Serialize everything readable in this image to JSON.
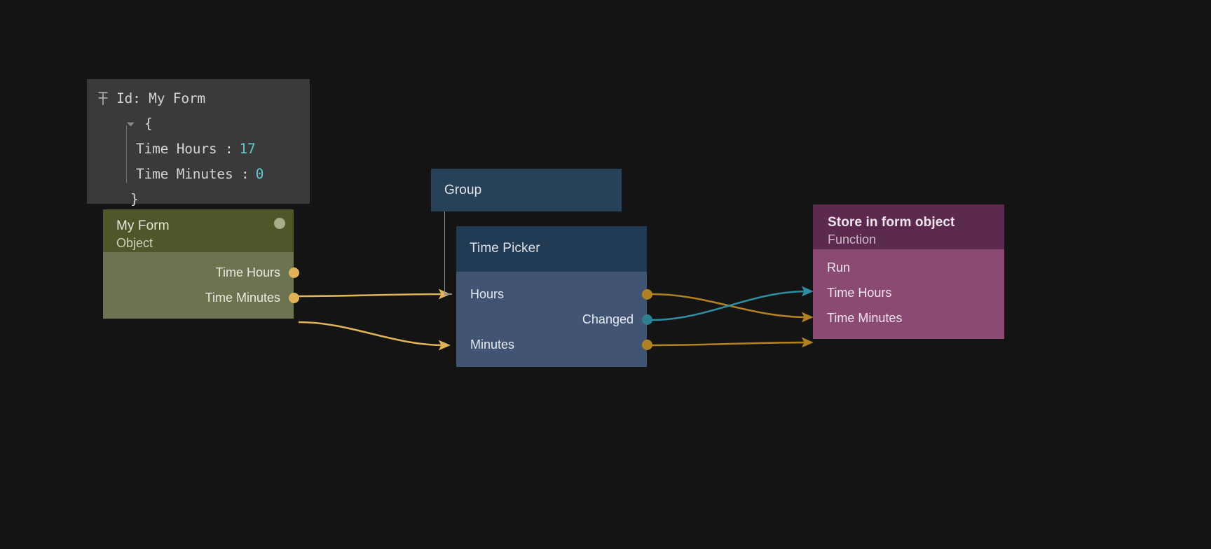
{
  "canvas": {
    "background": "#141414"
  },
  "inspector": {
    "pin_icon": "pin-icon",
    "collapse_icon": "triangle-down-icon",
    "id_label": "Id: My Form",
    "brace_open": "{",
    "brace_close": "}",
    "properties": [
      {
        "key": "Time Hours :",
        "value": "17"
      },
      {
        "key": "Time Minutes :",
        "value": "0"
      }
    ]
  },
  "nodes": {
    "my_form": {
      "title": "My Form",
      "subtitle": "Object",
      "status_dot": "status-indicator-dot",
      "header_color": "#4d5729",
      "body_color": "#6b7350",
      "outputs": [
        {
          "label": "Time Hours",
          "port_color": "#e0b35a"
        },
        {
          "label": "Time Minutes",
          "port_color": "#e0b35a"
        }
      ]
    },
    "group": {
      "title": "Group",
      "color": "#274158"
    },
    "time_picker": {
      "title": "Time Picker",
      "header_color": "#213b55",
      "body_color": "#415473",
      "inputs": [
        {
          "label": "Hours"
        },
        {
          "label": "Minutes"
        }
      ],
      "outputs": [
        {
          "label": "",
          "port_color": "#b08023"
        },
        {
          "label": "Changed",
          "port_color": "#2f7f92"
        },
        {
          "label": "",
          "port_color": "#b08023"
        }
      ]
    },
    "store_in_form_object": {
      "title": "Store in form object",
      "subtitle": "Function",
      "header_color": "#5c2a4e",
      "body_color": "#8a4a72",
      "inputs": [
        {
          "label": "Run",
          "wire_color": "#2f8da1"
        },
        {
          "label": "Time Hours",
          "wire_color": "#b08023"
        },
        {
          "label": "Time Minutes",
          "wire_color": "#b08023"
        }
      ]
    }
  },
  "wire_colors": {
    "signal": "#2f8da1",
    "value_bright": "#e0b35a",
    "value_dark": "#b08023",
    "group": "#8d8d8d"
  }
}
